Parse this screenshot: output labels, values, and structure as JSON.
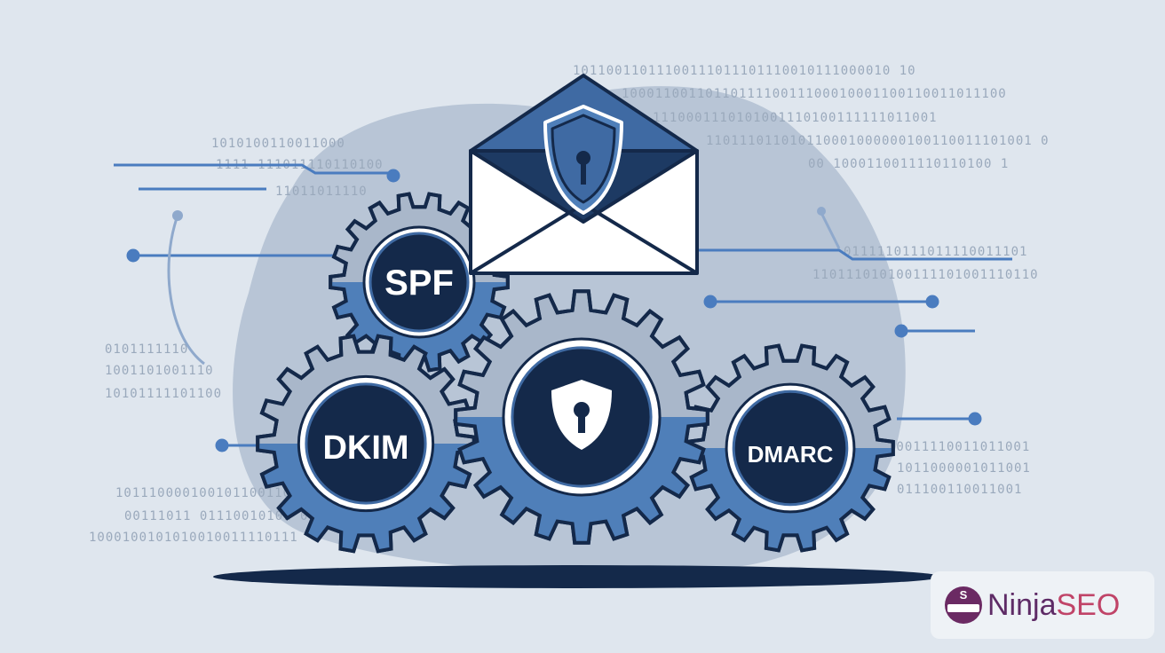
{
  "colors": {
    "background": "#dfe6ee",
    "blob": "#aebdd0",
    "gear_light": "#a9b7ca",
    "gear_blue": "#4f7fb9",
    "gear_dark": "#14294a",
    "outline": "#14294a",
    "accent_line": "#4a7cbf"
  },
  "gears": [
    {
      "label": "SPF",
      "icon": ""
    },
    {
      "label": "DKIM",
      "icon": ""
    },
    {
      "label": "",
      "icon": "shield-keyhole-icon"
    },
    {
      "label": "DMARC",
      "icon": ""
    }
  ],
  "envelope": {
    "icon": "envelope-shield-icon"
  },
  "binary": [
    "10110011011100111011101110010111000010 10",
    "1000110011011011110011100010001100110011011100",
    "1110001110101001110100111111011001",
    "110111011010110001000000100110011101001 0",
    "00  1000110011110110100 1",
    "1010100110011000",
    "1111 111011110110100",
    "11011011110",
    "0111110111011110011101",
    "110111010100111101001110110",
    "0101111110.",
    "1001101001110",
    "10101111101100",
    "10011110011011001",
    "1011000001011001",
    "011100110011001",
    "1011100001001011001100",
    "00111011 01110010101 001",
    "1000100101010010011110111"
  ],
  "logo": {
    "name_part1": "Ninja",
    "name_part2": "SEO",
    "mark_letter": "S"
  }
}
